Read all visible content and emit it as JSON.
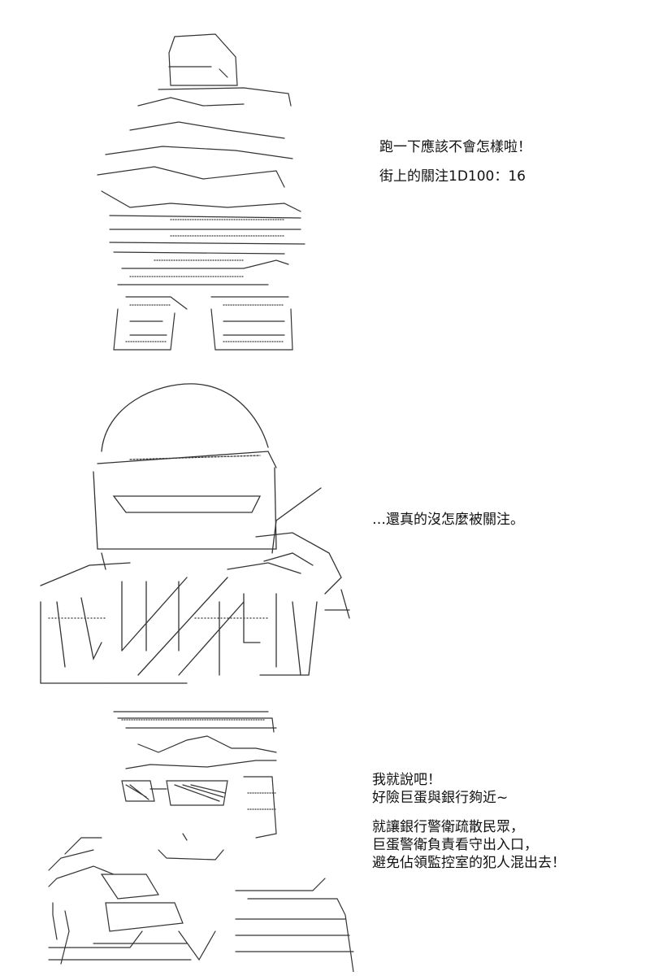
{
  "panels": [
    {
      "lines": [
        "跑一下應該不會怎樣啦！",
        "",
        "街上的關注1D100：16"
      ]
    },
    {
      "lines": [
        "…還真的沒怎麼被關注。"
      ]
    },
    {
      "lines": [
        "我就說吧！",
        "好險巨蛋與銀行夠近~",
        "",
        "就讓銀行警衛疏散民眾，",
        "巨蛋警衛負責看守出入口，",
        "避免佔領監控室的犯人混出去！"
      ]
    }
  ]
}
